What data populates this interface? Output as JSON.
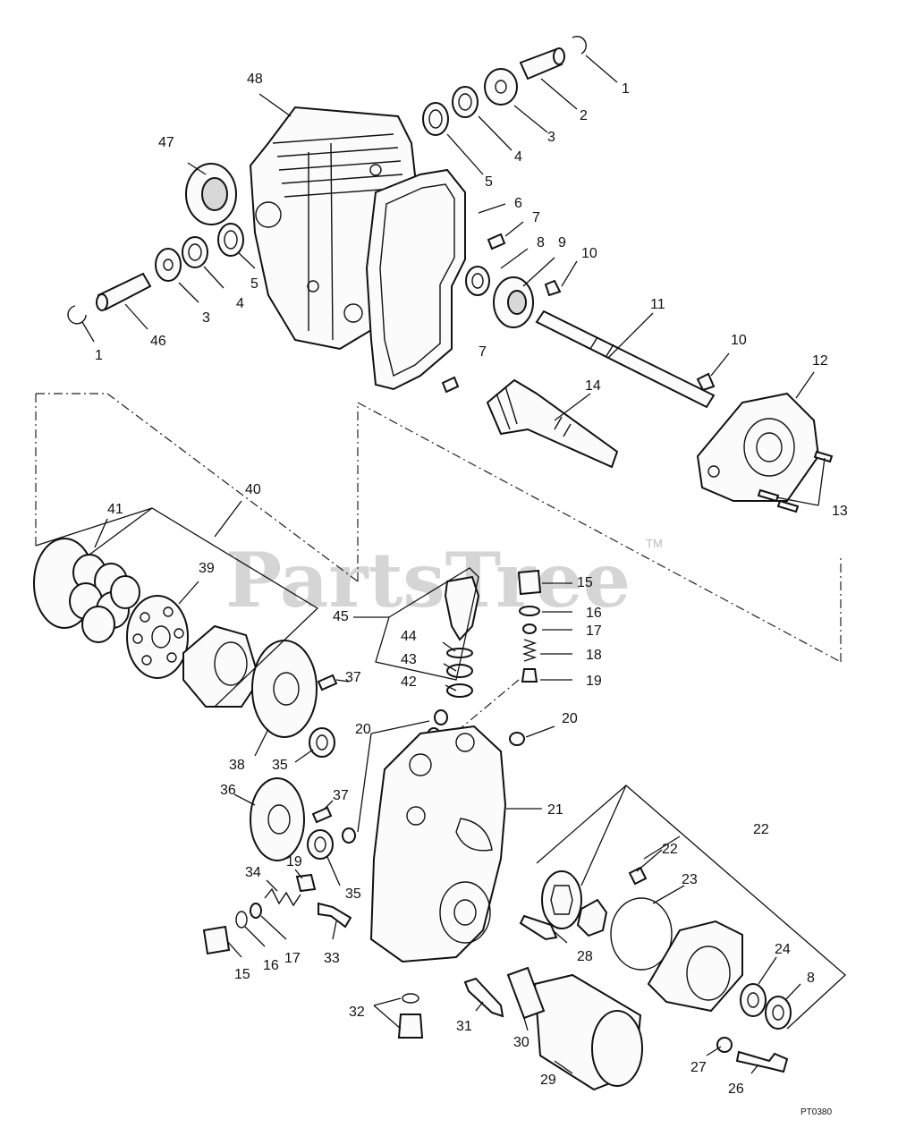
{
  "watermark": {
    "text": "PartsTree",
    "trademark": "TM"
  },
  "drawing_code": "PT0380",
  "callouts": {
    "c1a": "1",
    "c1b": "1",
    "c2": "2",
    "c3a": "3",
    "c3b": "3",
    "c4a": "4",
    "c4b": "4",
    "c5a": "5",
    "c5b": "5",
    "c6": "6",
    "c7a": "7",
    "c7b": "7",
    "c8a": "8",
    "c8b": "8",
    "c9": "9",
    "c10a": "10",
    "c10b": "10",
    "c11": "11",
    "c12": "12",
    "c13": "13",
    "c14": "14",
    "c15a": "15",
    "c15b": "15",
    "c16a": "16",
    "c16b": "16",
    "c17a": "17",
    "c17b": "17",
    "c18": "18",
    "c19a": "19",
    "c19b": "19",
    "c20a": "20",
    "c20b": "20",
    "c21": "21",
    "c22a": "22",
    "c22b": "22",
    "c23": "23",
    "c24": "24",
    "c26": "26",
    "c27": "27",
    "c28": "28",
    "c29": "29",
    "c30": "30",
    "c31": "31",
    "c32": "32",
    "c33": "33",
    "c34": "34",
    "c35a": "35",
    "c35b": "35",
    "c36": "36",
    "c37a": "37",
    "c37b": "37",
    "c38": "38",
    "c39": "39",
    "c40": "40",
    "c41": "41",
    "c42": "42",
    "c43": "43",
    "c44": "44",
    "c45": "45",
    "c46": "46",
    "c47": "47",
    "c48": "48"
  }
}
